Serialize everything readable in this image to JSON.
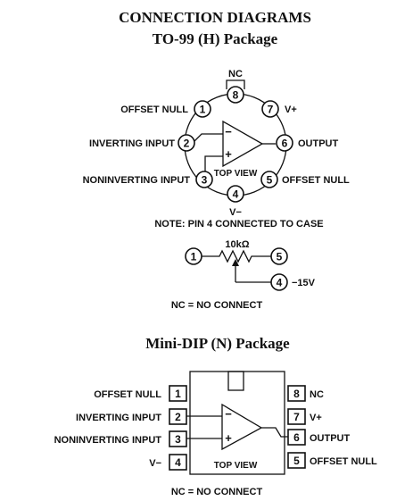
{
  "title": "CONNECTION DIAGRAMS",
  "to99": {
    "heading": "TO-99 (H) Package",
    "pins": [
      {
        "num": "1",
        "label": "OFFSET NULL"
      },
      {
        "num": "2",
        "label": "INVERTING INPUT"
      },
      {
        "num": "3",
        "label": "NONINVERTING INPUT"
      },
      {
        "num": "4",
        "label": "V−"
      },
      {
        "num": "5",
        "label": "OFFSET NULL"
      },
      {
        "num": "6",
        "label": "OUTPUT"
      },
      {
        "num": "7",
        "label": "V+"
      },
      {
        "num": "8",
        "label": "NC"
      }
    ],
    "minus_sign": "−",
    "plus_sign": "+",
    "view_label": "TOP VIEW",
    "note": "NOTE: PIN 4 CONNECTED TO CASE"
  },
  "null_circuit": {
    "resistor": "10kΩ",
    "pin_left": "1",
    "pin_right": "5",
    "pin_bottom": "4",
    "supply": "−15V"
  },
  "nc_note_top": "NC = NO CONNECT",
  "minidip": {
    "heading": "Mini-DIP (N) Package",
    "left_pins": [
      {
        "num": "1",
        "label": "OFFSET NULL"
      },
      {
        "num": "2",
        "label": "INVERTING INPUT"
      },
      {
        "num": "3",
        "label": "NONINVERTING INPUT"
      },
      {
        "num": "4",
        "label": "V−"
      }
    ],
    "right_pins": [
      {
        "num": "8",
        "label": "NC"
      },
      {
        "num": "7",
        "label": "V+"
      },
      {
        "num": "6",
        "label": "OUTPUT"
      },
      {
        "num": "5",
        "label": "OFFSET NULL"
      }
    ],
    "minus_sign": "−",
    "plus_sign": "+",
    "view_label": "TOP VIEW"
  },
  "nc_note_bottom": "NC = NO CONNECT"
}
